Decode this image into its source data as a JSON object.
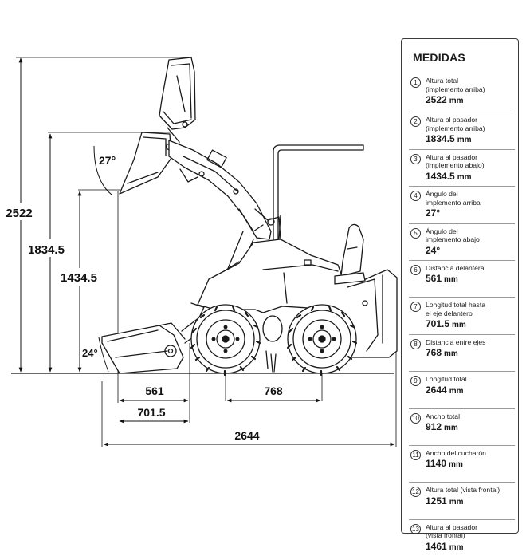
{
  "panel_title": "MEDIDAS",
  "specs": [
    {
      "n": "1",
      "label": [
        "Altura total",
        "(implemento arriba)"
      ],
      "value": "2522",
      "unit": "mm"
    },
    {
      "n": "2",
      "label": [
        "Altura al pasador",
        "(implemento arriba)"
      ],
      "value": "1834.5",
      "unit": "mm"
    },
    {
      "n": "3",
      "label": [
        "Altura al pasador",
        "(implemento abajo)"
      ],
      "value": "1434.5",
      "unit": "mm"
    },
    {
      "n": "4",
      "label": [
        "Ángulo del",
        "implemento arriba"
      ],
      "value": "27°",
      "unit": ""
    },
    {
      "n": "5",
      "label": [
        "Ángulo del",
        "implemento abajo"
      ],
      "value": "24°",
      "unit": ""
    },
    {
      "n": "6",
      "label": [
        "Distancia delantera"
      ],
      "value": "561",
      "unit": "mm"
    },
    {
      "n": "7",
      "label": [
        "Longitud total hasta",
        "el eje delantero"
      ],
      "value": "701.5",
      "unit": "mm"
    },
    {
      "n": "8",
      "label": [
        "Distancia entre ejes"
      ],
      "value": "768",
      "unit": "mm"
    },
    {
      "n": "9",
      "label": [
        "Longitud total"
      ],
      "value": "2644",
      "unit": "mm"
    },
    {
      "n": "10",
      "label": [
        "Ancho total"
      ],
      "value": "912",
      "unit": "mm"
    },
    {
      "n": "11",
      "label": [
        "Ancho del cucharón"
      ],
      "value": "1140",
      "unit": "mm"
    },
    {
      "n": "12",
      "label": [
        "Altura total (vista frontal)"
      ],
      "value": "1251",
      "unit": "mm"
    },
    {
      "n": "13",
      "label": [
        "Altura al pasador",
        "(vista frontal)"
      ],
      "value": "1461",
      "unit": "mm"
    }
  ],
  "dimensions": {
    "total_height": "2522",
    "pin_height_up": "1834.5",
    "pin_height_down": "1434.5",
    "angle_up": "27°",
    "angle_down": "24°",
    "front_distance": "561",
    "wheelbase": "768",
    "length_to_axle": "701.5",
    "total_length": "2644"
  }
}
